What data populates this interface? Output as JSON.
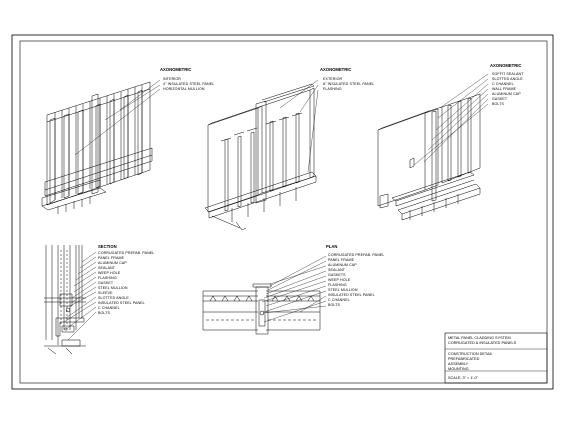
{
  "views": {
    "iso1": {
      "title": "AXONOMETRIC",
      "labels": [
        "INTERIOR",
        "4\" INSULATED STEEL PANEL",
        "HORIZONTAL MULLION"
      ]
    },
    "iso2": {
      "title": "AXONOMETRIC",
      "labels": [
        "EXTERIOR",
        "8\" INSULATED STEEL PANEL",
        "FLASHING"
      ]
    },
    "iso3": {
      "title": "AXONOMETRIC",
      "labels": [
        "SOFFIT SEALANT",
        "SLOTTED ANGLE",
        "C CHANNEL",
        "WALL FRAME",
        "ALUMINUM CAP",
        "GASKET",
        "BOLTS"
      ]
    },
    "section": {
      "title": "SECTION",
      "labels": [
        "CORRUGATED PREFAB. PANEL",
        "PANEL FRAME",
        "ALUMINUM CAP",
        "SEALANT",
        "WEEP HOLE",
        "FLASHING",
        "GASKET",
        "STEEL MULLION",
        "SLEEVE",
        "SLOTTED ANGLE",
        "INSULATED STEEL PANEL",
        "C CHANNEL",
        "BOLTS"
      ]
    },
    "plan": {
      "title": "PLAN",
      "labels": [
        "CORRUGATED PREFAB. PANEL",
        "PANEL FRAME",
        "ALUMINUM CAP",
        "SEALANT",
        "GASKETS",
        "WEEP HOLE",
        "FLASHING",
        "STEEL MULLION",
        "INSULATED STEEL PANEL",
        "C CHANNEL",
        "BOLTS"
      ]
    }
  },
  "title_block": {
    "line1": "METAL PANEL CLADDING SYSTEM",
    "line2": "CORRUGATED & INSULATED PANELS",
    "line3": "CONSTRUCTION DETAIL",
    "line4": "PREFABRICATED",
    "line5": "ASSEMBLY",
    "line6": "MOUNTING",
    "scale": "SCALE: 3\" = 1'-0\""
  }
}
